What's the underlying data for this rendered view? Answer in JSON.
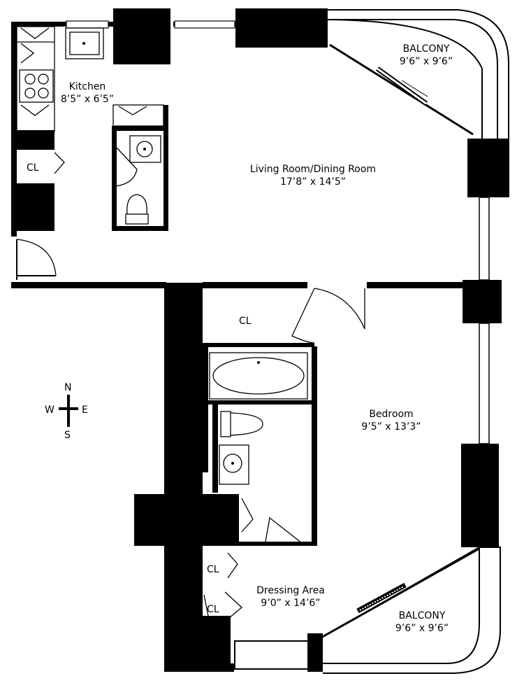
{
  "rooms": {
    "kitchen": {
      "name": "Kitchen",
      "dims": "8’5” x 6’5”"
    },
    "living": {
      "name": "Living Room/Dining Room",
      "dims": "17’8” x 14’5”"
    },
    "balcony_top": {
      "name": "BALCONY",
      "dims": "9’6” x 9’6”"
    },
    "bedroom": {
      "name": "Bedroom",
      "dims": "9’5” x 13’3”"
    },
    "dressing": {
      "name": "Dressing Area",
      "dims": "9’0” x 14’6”"
    },
    "balcony_bottom": {
      "name": "BALCONY",
      "dims": "9’6” x 9’6”"
    }
  },
  "closets": {
    "kitchen": "CL",
    "hall": "CL",
    "dressing_1": "CL",
    "dressing_2": "CL"
  },
  "compass": {
    "n": "N",
    "s": "S",
    "e": "E",
    "w": "W"
  }
}
